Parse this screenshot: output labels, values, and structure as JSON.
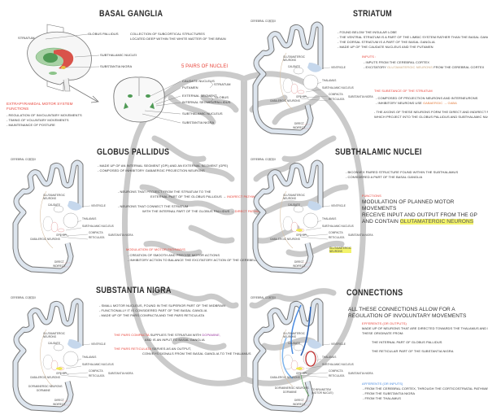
{
  "colors": {
    "accent_red": "#e8443a",
    "pallidus_green": "#4f9a55",
    "striatum_red": "#d9534a",
    "cortex_fill": "#dde5ee",
    "brain_outline": "#c9c9c9",
    "highlight_yellow": "#f3f36a",
    "afferent_blue": "#4a8be0"
  },
  "panel_labels": {
    "cortex": "CEREBRAL CORTEX",
    "glut": [
      "GLUTAMATERGIC",
      "NEURONS"
    ],
    "caudate": "CAUDATE",
    "ventricle": "VENTRICLE",
    "thalamus": "THALAMUS",
    "stn": "SUBTHALAMIC NUCLEUS",
    "compacta": "COMPACTA",
    "reticulata": "RETICULATA",
    "sn": "SUBSTANTIA NIGRA",
    "gp": "GPE  GPI",
    "gaba": "GABA-ERGIC NEURONS",
    "direct": "DIRECT",
    "indirect": "INDIRECT"
  },
  "basal_ganglia": {
    "title": "BASAL GANGLIA",
    "labels": {
      "striatum": "STRIATUM",
      "gp": "GLOBUS PALLIDUS",
      "stn": "SUBTHALAMIC NUCLEI",
      "sn": "SUBSTANTIA NIGRA"
    },
    "description": [
      "COLLECTION OF SUBCORTICAL STRUCTURES",
      "LOCATED DEEP WITHIN THE WHITE MATTER OF THE BRAIN"
    ],
    "functions_title": [
      "EXTRAPYRAMIDAL MOTOR SYSTEM",
      "FUNCTIONS"
    ],
    "functions": [
      "- REGULATION OF INVOLUNTARY MOVEMENTS",
      "- TIMING OF VOLUNTARY MOVEMENTS",
      "- MAINTENANCE OF POSTURE"
    ],
    "pairs_title": "5 PAIRS OF NUCLEI",
    "coronal": {
      "caudate": "CAUDATE NUCLEUS",
      "putamen": "PUTAMEN",
      "striatum": "STRIATUM",
      "external": "EXTERNAL SEGMENT",
      "internal": "INTERNAL SEGMENT",
      "gp": [
        "GLOBUS",
        "PALLIDUS"
      ],
      "stn": "SUBTHALAMIC NUCLEUS",
      "sn": "SUBSTANTIA NIGRA"
    }
  },
  "striatum": {
    "title": "STRIATUM",
    "bullets": [
      "- FOUND BELOW THE INSULAR LOBE",
      "- THE VENTRAL STRIATUM IS A PART OF THE LIMBIC SYSTEM RATHER THAN THE BASAL GANGLIA",
      "- THE DORSAL STRIATUM IS A PART OF THE BASAL GANGLIA",
      "- MADE UP OF THE CAUDATE NUCLEUS AND THE PUTAMEN"
    ],
    "inputs_title": "INPUTS :",
    "inputs_1": "- INPUTS FROM THE CEREBRAL CORTEX",
    "inputs_2a": "- EXCITATORY ",
    "inputs_2b": "GLUTAMATERGIC NEURONS",
    "inputs_2c": " FROM THE CEREBRAL CORTEX",
    "neurons_title": "THE SUBSTANCE OF THE STRIATUM",
    "neurons_1": "- COMPOSED OF PROJECTION NEURONS AND INTERNEURONS",
    "neurons_2a": "- INHIBITORY NEURONS USE ",
    "neurons_2b": "GABAERGIC → GABA",
    "paragraph": [
      "- THE AXONS OF THESE NEURONS FORM THE DIRECT AND INDIRECT PATHWAYS,",
      "WHICH PROJECT INTO THE GLOBUS PALLIDUS AND SUBTHALAMIC NUCLEI"
    ]
  },
  "globus_pallidus": {
    "title": "GLOBUS PALLIDUS",
    "bullets": [
      "- MADE UP OF AN INTERNAL SEGMENT (GPI) AND AN EXTERNAL SEGMENT (GPE)",
      "- COMPOSED OF INHIBITORY GABAERGIC PROJECTION NEURONS"
    ],
    "indirect_1": "- NEURONS THAT PROJECT FROM THE STRIATUM TO THE",
    "indirect_2": "EXTERNAL PART OF THE GLOBUS PALLIDUS → ",
    "indirect_label": "INDIRECT PATHWAY",
    "direct_1": "- NEURONS THAT CONNECT THE STRIATUM",
    "direct_2": "WITH THE INTERNAL PART OF THE GLOBUS PALLIDUS → ",
    "direct_label": "DIRECT PATHWAY",
    "modulation_title": "MODULATION OF MOTOR PATHWAYS",
    "modulation": [
      "- CREATION OF SMOOTH AND PRECISE MOTOR ACTIONS",
      "- INHIBITORY ACTION TO BALANCE THE EXCITATORY ACTION OF THE CEREBELLUM"
    ]
  },
  "subthalamic": {
    "title": "SUBTHALAMIC NUCLEI",
    "bullets": [
      "- BICONVEX PAIRED STRUCTURE FOUND WITHIN THE SUBTHALAMUS",
      "- CONSIDERED A PART OF THE BASAL GANGLIA"
    ],
    "functions_title": "FUNCTIONS",
    "line_1": "MODULATION OF PLANNED MOTOR MOVEMENTS",
    "line_2": "RECEIVE INPUT AND OUTPUT FROM THE GP AND CONTAIN ",
    "highlight": "GLUTAMATERGIC NEURONS",
    "panel_extra": [
      "GLUTAMATERGIC",
      "NEURONS"
    ]
  },
  "substantia_nigra": {
    "title": "SUBSTANTIA NIGRA",
    "bullets": [
      "- SMALL MOTOR NUCLEUS, FOUND IN THE SUPERIOR PART OF THE MIDBRAIN",
      "- FUNCTIONALLY IT IS CONSIDERED PART OF THE BASAL GANGLIA",
      "- MADE UP OF THE PARS COMPACTA AND THE PARS RETICULATA"
    ],
    "compacta_label": "THE PARS COMPACTA",
    "compacta_1": " SUPPLIES THE STRIATUM WITH ",
    "compacta_dopamine": "DOPAMINE,",
    "compacta_2": "AND IS AN INPUT TO BASAL GANGLIA",
    "reticulata_label": "THE PARS RETICULATA",
    "reticulata_1": " SERVES AS AN OUTPUT,",
    "reticulata_2": "CONVEYS SIGNALS FROM THE BASAL GANGLIA TO THE THALAMUS",
    "panel_extra_1": "DOPAMINERGIC NEURONS",
    "panel_extra_2": "DOPAMINE"
  },
  "connections": {
    "title": "CONNECTIONS",
    "intro": "ALL THESE CONNECTIONS ALLOW FOR A REGULATION OF INVOLUNTARY MOVEMENTS",
    "efferents_title": "EFFERENTS (OR OUTPUTS)",
    "efferents": [
      "MADE UP OF NEURONS THAT ARE DIRECTED TOWARDS THE THALAMUS AND BRAINSTEM",
      "THESE ORIGINATE FROM:"
    ],
    "efferent_1": "THE INTERNAL PART OF GLOBUS PALLIDUS",
    "efferent_2": "THE RETICULAR PART OF THE SUBSTANTIA NIGRA",
    "afferents_title": "AFFERENTS (OR INPUTS)",
    "afferents": [
      "- FROM THE CEREBRAL CORTEX, THROUGH THE CORTICOSTRIATAL PATHWAYS",
      "- FROM THE SUBSTANTIA NIGRA",
      "- FROM THE THALAMUS"
    ],
    "panel_extra_1": "DOPAMINERGIC NEURONS",
    "panel_extra_2": "DOPAMINE",
    "panel_extra_3": [
      "TO BRAINSTEM",
      "(MOTOR NUCLEI)"
    ]
  }
}
